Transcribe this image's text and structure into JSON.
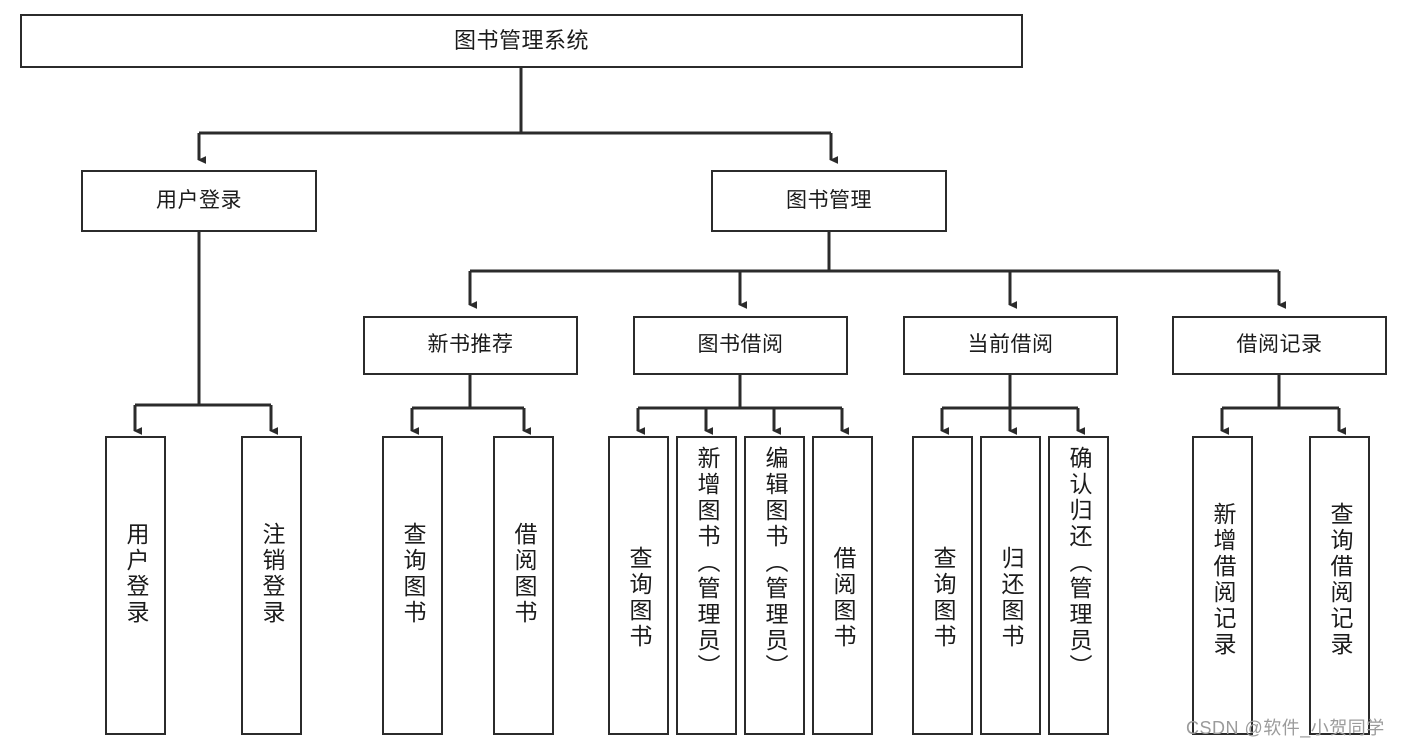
{
  "diagram": {
    "type": "tree-hierarchy-chart",
    "title": "图书管理系统",
    "colors": {
      "box_border": "#2b2b2b",
      "box_fill": "#ffffff",
      "edge": "#2b2b2b",
      "text": "#1b1b1b",
      "watermark": "#9b9b9b",
      "background": "#ffffff"
    },
    "root": {
      "label": "图书管理系统"
    },
    "level1": [
      {
        "id": "user-login",
        "label": "用户登录"
      },
      {
        "id": "book-management",
        "label": "图书管理"
      }
    ],
    "level2": [
      {
        "id": "new-book-recommend",
        "label": "新书推荐",
        "parent": "book-management"
      },
      {
        "id": "book-borrow",
        "label": "图书借阅",
        "parent": "book-management"
      },
      {
        "id": "current-borrow",
        "label": "当前借阅",
        "parent": "book-management"
      },
      {
        "id": "borrow-record",
        "label": "借阅记录",
        "parent": "book-management"
      }
    ],
    "leaves": {
      "user_login": [
        {
          "id": "leaf-user-login",
          "label": "用户登录"
        },
        {
          "id": "leaf-user-logout",
          "label": "注销登录"
        }
      ],
      "new_book_recommend": [
        {
          "id": "leaf-query-book-1",
          "label": "查询图书"
        },
        {
          "id": "leaf-borrow-book-1",
          "label": "借阅图书"
        }
      ],
      "book_borrow": [
        {
          "id": "leaf-query-book-2",
          "label": "查询图书"
        },
        {
          "id": "leaf-add-book",
          "label": "新增图书（管理员）"
        },
        {
          "id": "leaf-edit-book",
          "label": "编辑图书（管理员）"
        },
        {
          "id": "leaf-borrow-book-2",
          "label": "借阅图书"
        }
      ],
      "current_borrow": [
        {
          "id": "leaf-query-book-3",
          "label": "查询图书"
        },
        {
          "id": "leaf-return-book",
          "label": "归还图书"
        },
        {
          "id": "leaf-confirm-return",
          "label": "确认归还（管理员）"
        }
      ],
      "borrow_record": [
        {
          "id": "leaf-add-record",
          "label": "新增借阅记录"
        },
        {
          "id": "leaf-query-record",
          "label": "查询借阅记录"
        }
      ]
    }
  },
  "watermark": {
    "text": "CSDN @软件_小贺同学"
  }
}
